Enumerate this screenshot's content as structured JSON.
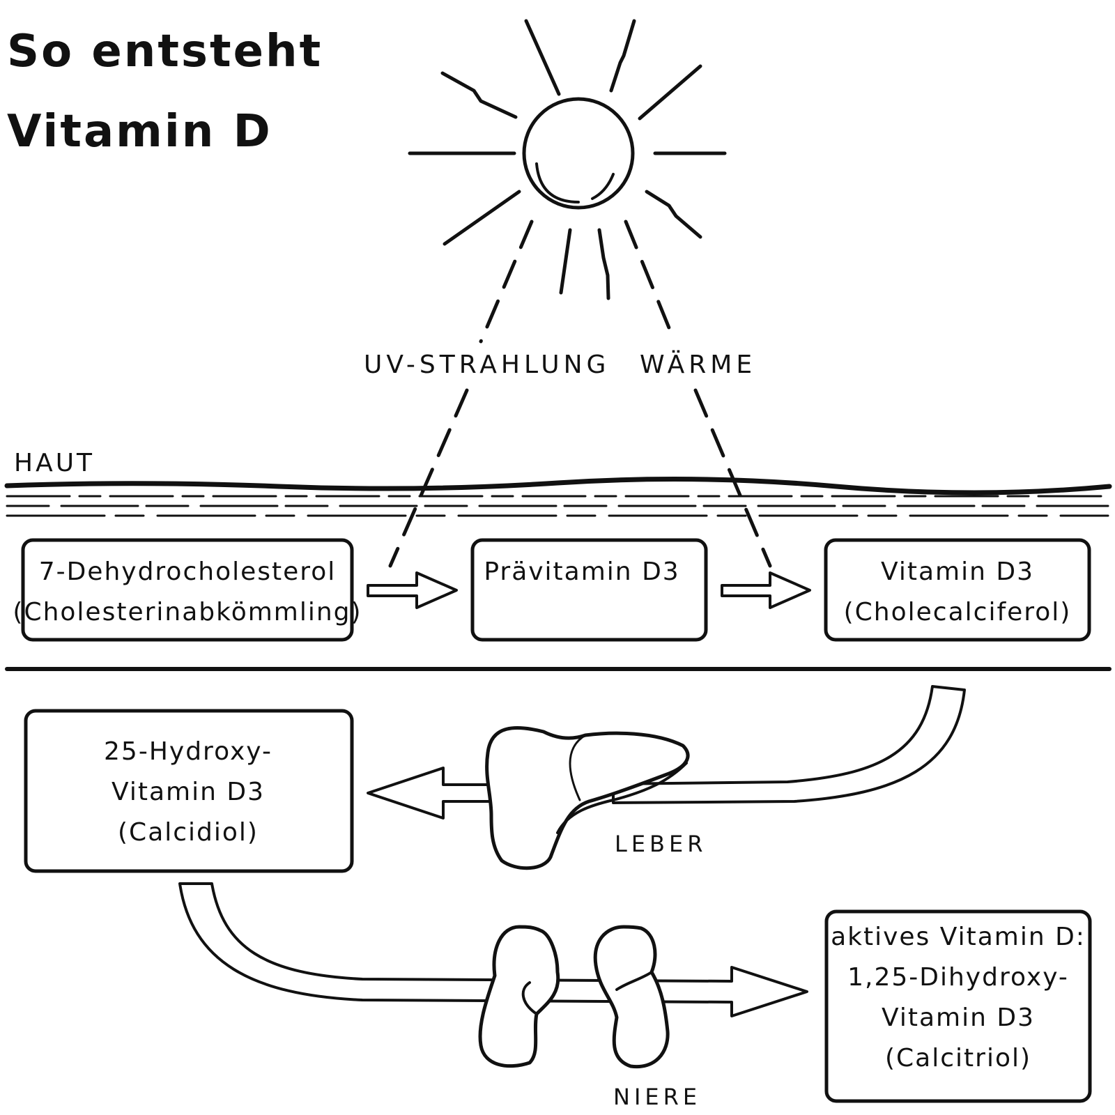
{
  "title": {
    "line1": "So entsteht",
    "line2": "Vitamin D"
  },
  "labels": {
    "uv": "UV-STRAHLUNG",
    "waerme": "WÄRME",
    "haut": "HAUT",
    "leber": "LEBER",
    "niere": "NIERE"
  },
  "boxes": {
    "dehydro": {
      "line1": "7-Dehydrocholesterol",
      "line2": "(Cholesterinabkömmling)"
    },
    "praevitamin": {
      "line1": "Prävitamin D3"
    },
    "vitamin_d3": {
      "line1": "Vitamin D3",
      "line2": "(Cholecalciferol)"
    },
    "calcidiol": {
      "line1": "25-Hydroxy-",
      "line2": "Vitamin D3",
      "line3": "(Calcidiol)"
    },
    "calcitriol": {
      "line1": "aktives Vitamin D:",
      "line2": "1,25-Dihydroxy-",
      "line3": "Vitamin D3",
      "line4": "(Calcitriol)"
    }
  },
  "icons": [
    "sun-icon",
    "liver-icon",
    "kidney-icon"
  ],
  "colors": {
    "ink": "#111111",
    "background": "#ffffff"
  }
}
